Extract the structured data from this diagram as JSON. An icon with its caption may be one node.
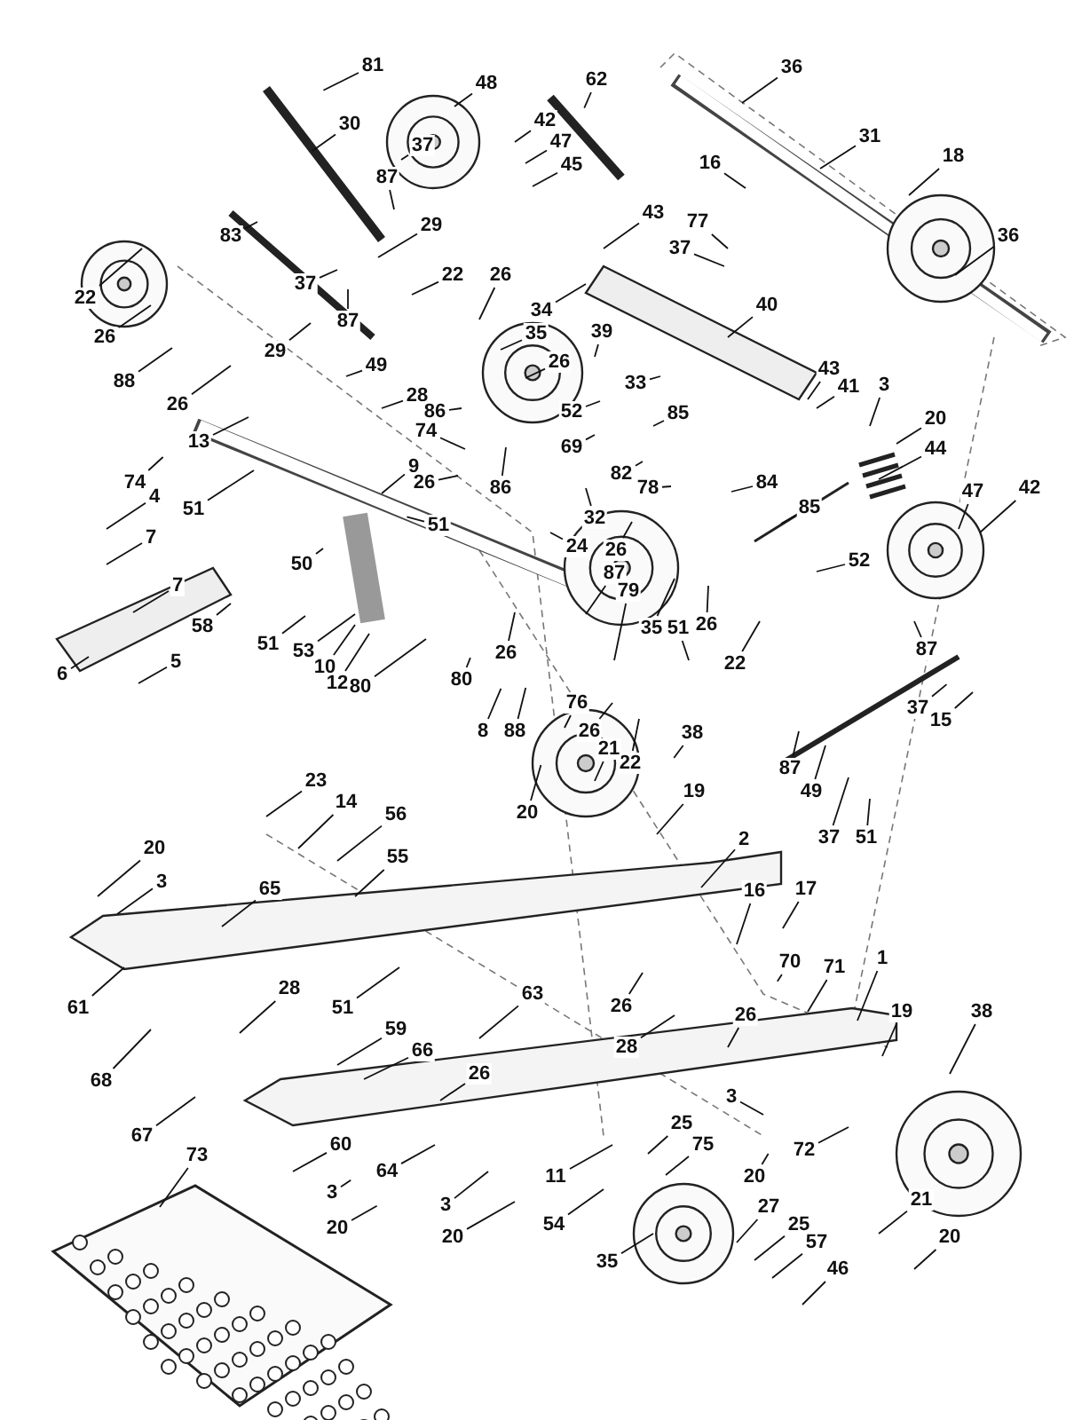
{
  "diagram": {
    "nodes": [
      {
        "text": [
          "81"
        ]
      },
      {
        "text": [
          "48"
        ]
      },
      {
        "text": [
          "62"
        ]
      },
      {
        "text": [
          "36"
        ]
      },
      {
        "text": [
          "30"
        ]
      },
      {
        "text": [
          "37"
        ]
      },
      {
        "text": [
          "42"
        ]
      },
      {
        "text": [
          "47"
        ]
      },
      {
        "text": [
          "87"
        ]
      },
      {
        "text": [
          "45"
        ]
      },
      {
        "text": [
          "31"
        ]
      },
      {
        "text": [
          "18"
        ]
      },
      {
        "text": [
          "16"
        ]
      },
      {
        "text": [
          "29"
        ]
      },
      {
        "text": [
          "83"
        ]
      },
      {
        "text": [
          "43"
        ]
      },
      {
        "text": [
          "77"
        ]
      },
      {
        "text": [
          "37"
        ]
      },
      {
        "text": [
          "36"
        ]
      },
      {
        "text": [
          "22"
        ]
      },
      {
        "text": [
          "37"
        ]
      },
      {
        "text": [
          "22"
        ]
      },
      {
        "text": [
          "26"
        ]
      },
      {
        "text": [
          "40"
        ]
      },
      {
        "text": [
          "87"
        ]
      },
      {
        "text": [
          "34"
        ]
      },
      {
        "text": [
          "35"
        ]
      },
      {
        "text": [
          "26"
        ]
      },
      {
        "text": [
          "29"
        ]
      },
      {
        "text": [
          "49"
        ]
      },
      {
        "text": [
          "39"
        ]
      },
      {
        "text": [
          "26"
        ]
      },
      {
        "text": [
          "88"
        ]
      },
      {
        "text": [
          "26"
        ]
      },
      {
        "text": [
          "28"
        ]
      },
      {
        "text": [
          "43"
        ]
      },
      {
        "text": [
          "41"
        ]
      },
      {
        "text": [
          "3"
        ]
      },
      {
        "text": [
          "33"
        ]
      },
      {
        "text": [
          "52"
        ]
      },
      {
        "text": [
          "85"
        ]
      },
      {
        "text": [
          "20"
        ]
      },
      {
        "text": [
          "86"
        ]
      },
      {
        "text": [
          "13"
        ]
      },
      {
        "text": [
          "74"
        ]
      },
      {
        "text": [
          "86"
        ]
      },
      {
        "text": [
          "69"
        ]
      },
      {
        "text": [
          "44"
        ]
      },
      {
        "text": [
          "74"
        ]
      },
      {
        "text": [
          "9"
        ]
      },
      {
        "text": [
          "26"
        ]
      },
      {
        "text": [
          "82"
        ]
      },
      {
        "text": [
          "78"
        ]
      },
      {
        "text": [
          "84"
        ]
      },
      {
        "text": [
          "4"
        ]
      },
      {
        "text": [
          "51"
        ]
      },
      {
        "text": [
          "51"
        ]
      },
      {
        "text": [
          "32"
        ]
      },
      {
        "text": [
          "24"
        ]
      },
      {
        "text": [
          "85"
        ]
      },
      {
        "text": [
          "47"
        ]
      },
      {
        "text": [
          "42"
        ]
      },
      {
        "text": [
          "7"
        ]
      },
      {
        "text": [
          "50"
        ]
      },
      {
        "text": [
          "26"
        ]
      },
      {
        "text": [
          "87"
        ]
      },
      {
        "text": [
          "52"
        ]
      },
      {
        "text": [
          "58"
        ]
      },
      {
        "text": [
          "7"
        ]
      },
      {
        "text": [
          "79"
        ]
      },
      {
        "text": [
          "35"
        ]
      },
      {
        "text": [
          "51"
        ]
      },
      {
        "text": [
          "26"
        ]
      },
      {
        "text": [
          "22"
        ]
      },
      {
        "text": [
          "51"
        ]
      },
      {
        "text": [
          "53"
        ]
      },
      {
        "text": [
          "10"
        ]
      },
      {
        "text": [
          "12"
        ]
      },
      {
        "text": [
          "80"
        ]
      },
      {
        "text": [
          "80"
        ]
      },
      {
        "text": [
          "26"
        ]
      },
      {
        "text": [
          "6"
        ]
      },
      {
        "text": [
          "5"
        ]
      },
      {
        "text": [
          "87"
        ]
      },
      {
        "text": [
          "37"
        ]
      },
      {
        "text": [
          "15"
        ]
      },
      {
        "text": [
          "8"
        ]
      },
      {
        "text": [
          "88"
        ]
      },
      {
        "text": [
          "76"
        ]
      },
      {
        "text": [
          "26"
        ]
      },
      {
        "text": [
          "22"
        ]
      },
      {
        "text": [
          "21"
        ]
      },
      {
        "text": [
          "38"
        ]
      },
      {
        "text": [
          "87"
        ]
      },
      {
        "text": [
          "49"
        ]
      },
      {
        "text": [
          "37"
        ]
      },
      {
        "text": [
          "51"
        ]
      },
      {
        "text": [
          "20"
        ]
      },
      {
        "text": [
          "19"
        ]
      },
      {
        "text": [
          "23"
        ]
      },
      {
        "text": [
          "14"
        ]
      },
      {
        "text": [
          "56"
        ]
      },
      {
        "text": [
          "55"
        ]
      },
      {
        "text": [
          "20"
        ]
      },
      {
        "text": [
          "3"
        ]
      },
      {
        "text": [
          "65"
        ]
      },
      {
        "text": [
          "2"
        ]
      },
      {
        "text": [
          "16"
        ]
      },
      {
        "text": [
          "17"
        ]
      },
      {
        "text": [
          "70"
        ]
      },
      {
        "text": [
          "71"
        ]
      },
      {
        "text": [
          "1"
        ]
      },
      {
        "text": [
          "61"
        ]
      },
      {
        "text": [
          "28"
        ]
      },
      {
        "text": [
          "51"
        ]
      },
      {
        "text": [
          "26"
        ]
      },
      {
        "text": [
          "63"
        ]
      },
      {
        "text": [
          "26"
        ]
      },
      {
        "text": [
          "19"
        ]
      },
      {
        "text": [
          "38"
        ]
      },
      {
        "text": [
          "28"
        ]
      },
      {
        "text": [
          "59"
        ]
      },
      {
        "text": [
          "66"
        ]
      },
      {
        "text": [
          "26"
        ]
      },
      {
        "text": [
          "68"
        ]
      },
      {
        "text": [
          "3"
        ]
      },
      {
        "text": [
          "25"
        ]
      },
      {
        "text": [
          "75"
        ]
      },
      {
        "text": [
          "20"
        ]
      },
      {
        "text": [
          "72"
        ]
      },
      {
        "text": [
          "67"
        ]
      },
      {
        "text": [
          "60"
        ]
      },
      {
        "text": [
          "3"
        ]
      },
      {
        "text": [
          "64"
        ]
      },
      {
        "text": [
          "3"
        ]
      },
      {
        "text": [
          "20"
        ]
      },
      {
        "text": [
          "20"
        ]
      },
      {
        "text": [
          "73"
        ]
      },
      {
        "text": [
          "11"
        ]
      },
      {
        "text": [
          "54"
        ]
      },
      {
        "text": [
          "27"
        ]
      },
      {
        "text": [
          "25"
        ]
      },
      {
        "text": [
          "21"
        ]
      },
      {
        "text": [
          "20"
        ]
      },
      {
        "text": [
          "35"
        ]
      },
      {
        "text": [
          "57"
        ]
      },
      {
        "text": [
          "46"
        ]
      }
    ],
    "edges": [
      {
        "from": 0,
        "to": null,
        "arrow": "none"
      },
      {
        "from": 1,
        "to": null,
        "arrow": "none"
      },
      {
        "from": 2,
        "to": null,
        "arrow": "none"
      },
      {
        "from": 3,
        "to": null,
        "arrow": "none"
      },
      {
        "from": 4,
        "to": null,
        "arrow": "none"
      },
      {
        "from": 5,
        "to": null,
        "arrow": "none"
      },
      {
        "from": 6,
        "to": null,
        "arrow": "none"
      },
      {
        "from": 7,
        "to": null,
        "arrow": "none"
      },
      {
        "from": 8,
        "to": null,
        "arrow": "none"
      },
      {
        "from": 9,
        "to": null,
        "arrow": "none"
      },
      {
        "from": 10,
        "to": null,
        "arrow": "none"
      },
      {
        "from": 11,
        "to": null,
        "arrow": "none"
      },
      {
        "from": 12,
        "to": null,
        "arrow": "none"
      },
      {
        "from": 13,
        "to": null,
        "arrow": "none"
      },
      {
        "from": 14,
        "to": null,
        "arrow": "none"
      },
      {
        "from": 15,
        "to": null,
        "arrow": "none"
      },
      {
        "from": 16,
        "to": null,
        "arrow": "none"
      },
      {
        "from": 17,
        "to": null,
        "arrow": "none"
      },
      {
        "from": 18,
        "to": null,
        "arrow": "none"
      },
      {
        "from": 19,
        "to": null,
        "arrow": "none"
      },
      {
        "from": 20,
        "to": null,
        "arrow": "none"
      },
      {
        "from": 21,
        "to": null,
        "arrow": "none"
      },
      {
        "from": 22,
        "to": null,
        "arrow": "none"
      },
      {
        "from": 23,
        "to": null,
        "arrow": "none"
      },
      {
        "from": 24,
        "to": null,
        "arrow": "none"
      },
      {
        "from": 25,
        "to": null,
        "arrow": "none"
      },
      {
        "from": 26,
        "to": null,
        "arrow": "none"
      },
      {
        "from": 27,
        "to": null,
        "arrow": "none"
      },
      {
        "from": 28,
        "to": null,
        "arrow": "none"
      },
      {
        "from": 29,
        "to": null,
        "arrow": "none"
      },
      {
        "from": 30,
        "to": null,
        "arrow": "none"
      },
      {
        "from": 31,
        "to": null,
        "arrow": "none"
      },
      {
        "from": 32,
        "to": null,
        "arrow": "none"
      },
      {
        "from": 33,
        "to": null,
        "arrow": "none"
      },
      {
        "from": 34,
        "to": null,
        "arrow": "none"
      },
      {
        "from": 35,
        "to": null,
        "arrow": "none"
      },
      {
        "from": 36,
        "to": null,
        "arrow": "none"
      },
      {
        "from": 37,
        "to": null,
        "arrow": "none"
      },
      {
        "from": 38,
        "to": null,
        "arrow": "none"
      },
      {
        "from": 39,
        "to": null,
        "arrow": "none"
      },
      {
        "from": 40,
        "to": null,
        "arrow": "none"
      },
      {
        "from": 41,
        "to": null,
        "arrow": "none"
      },
      {
        "from": 42,
        "to": null,
        "arrow": "none"
      },
      {
        "from": 43,
        "to": null,
        "arrow": "none"
      },
      {
        "from": 44,
        "to": null,
        "arrow": "none"
      },
      {
        "from": 45,
        "to": null,
        "arrow": "none"
      },
      {
        "from": 46,
        "to": null,
        "arrow": "none"
      },
      {
        "from": 47,
        "to": null,
        "arrow": "none"
      },
      {
        "from": 48,
        "to": null,
        "arrow": "none"
      },
      {
        "from": 49,
        "to": null,
        "arrow": "none"
      },
      {
        "from": 50,
        "to": null,
        "arrow": "none"
      },
      {
        "from": 51,
        "to": null,
        "arrow": "none"
      },
      {
        "from": 52,
        "to": null,
        "arrow": "none"
      },
      {
        "from": 53,
        "to": null,
        "arrow": "none"
      },
      {
        "from": 54,
        "to": null,
        "arrow": "none"
      },
      {
        "from": 55,
        "to": null,
        "arrow": "none"
      },
      {
        "from": 56,
        "to": null,
        "arrow": "none"
      },
      {
        "from": 57,
        "to": null,
        "arrow": "none"
      },
      {
        "from": 58,
        "to": null,
        "arrow": "none"
      },
      {
        "from": 59,
        "to": null,
        "arrow": "none"
      },
      {
        "from": 60,
        "to": null,
        "arrow": "none"
      },
      {
        "from": 61,
        "to": null,
        "arrow": "none"
      },
      {
        "from": 62,
        "to": null,
        "arrow": "none"
      },
      {
        "from": 63,
        "to": null,
        "arrow": "none"
      },
      {
        "from": 64,
        "to": null,
        "arrow": "none"
      },
      {
        "from": 65,
        "to": null,
        "arrow": "none"
      },
      {
        "from": 66,
        "to": null,
        "arrow": "none"
      },
      {
        "from": 67,
        "to": null,
        "arrow": "none"
      },
      {
        "from": 68,
        "to": null,
        "arrow": "none"
      },
      {
        "from": 69,
        "to": null,
        "arrow": "none"
      },
      {
        "from": 70,
        "to": null,
        "arrow": "none"
      },
      {
        "from": 71,
        "to": null,
        "arrow": "none"
      },
      {
        "from": 72,
        "to": null,
        "arrow": "none"
      },
      {
        "from": 73,
        "to": null,
        "arrow": "none"
      },
      {
        "from": 74,
        "to": null,
        "arrow": "none"
      },
      {
        "from": 75,
        "to": null,
        "arrow": "none"
      },
      {
        "from": 76,
        "to": null,
        "arrow": "none"
      },
      {
        "from": 77,
        "to": null,
        "arrow": "none"
      },
      {
        "from": 78,
        "to": null,
        "arrow": "none"
      },
      {
        "from": 79,
        "to": null,
        "arrow": "none"
      },
      {
        "from": 80,
        "to": null,
        "arrow": "none"
      },
      {
        "from": 81,
        "to": null,
        "arrow": "none"
      },
      {
        "from": 82,
        "to": null,
        "arrow": "none"
      },
      {
        "from": 83,
        "to": null,
        "arrow": "none"
      },
      {
        "from": 84,
        "to": null,
        "arrow": "none"
      },
      {
        "from": 85,
        "to": null,
        "arrow": "none"
      },
      {
        "from": 86,
        "to": null,
        "arrow": "none"
      },
      {
        "from": 87,
        "to": null,
        "arrow": "none"
      },
      {
        "from": 88,
        "to": null,
        "arrow": "none"
      },
      {
        "from": 89,
        "to": null,
        "arrow": "none"
      },
      {
        "from": 90,
        "to": null,
        "arrow": "none"
      },
      {
        "from": 91,
        "to": null,
        "arrow": "none"
      },
      {
        "from": 92,
        "to": null,
        "arrow": "none"
      },
      {
        "from": 93,
        "to": null,
        "arrow": "none"
      },
      {
        "from": 94,
        "to": null,
        "arrow": "none"
      },
      {
        "from": 95,
        "to": null,
        "arrow": "none"
      },
      {
        "from": 96,
        "to": null,
        "arrow": "none"
      },
      {
        "from": 97,
        "to": null,
        "arrow": "none"
      },
      {
        "from": 98,
        "to": null,
        "arrow": "none"
      },
      {
        "from": 99,
        "to": null,
        "arrow": "none"
      },
      {
        "from": 100,
        "to": null,
        "arrow": "none"
      },
      {
        "from": 101,
        "to": null,
        "arrow": "none"
      },
      {
        "from": 102,
        "to": null,
        "arrow": "none"
      },
      {
        "from": 103,
        "to": null,
        "arrow": "none"
      },
      {
        "from": 104,
        "to": null,
        "arrow": "none"
      },
      {
        "from": 105,
        "to": null,
        "arrow": "none"
      },
      {
        "from": 106,
        "to": null,
        "arrow": "none"
      },
      {
        "from": 107,
        "to": null,
        "arrow": "none"
      },
      {
        "from": 108,
        "to": null,
        "arrow": "none"
      },
      {
        "from": 109,
        "to": null,
        "arrow": "none"
      },
      {
        "from": 110,
        "to": null,
        "arrow": "none"
      },
      {
        "from": 111,
        "to": null,
        "arrow": "none"
      },
      {
        "from": 112,
        "to": null,
        "arrow": "none"
      },
      {
        "from": 113,
        "to": null,
        "arrow": "none"
      },
      {
        "from": 114,
        "to": null,
        "arrow": "none"
      },
      {
        "from": 115,
        "to": null,
        "arrow": "none"
      },
      {
        "from": 116,
        "to": null,
        "arrow": "none"
      },
      {
        "from": 117,
        "to": null,
        "arrow": "none"
      },
      {
        "from": 118,
        "to": null,
        "arrow": "none"
      },
      {
        "from": 119,
        "to": null,
        "arrow": "none"
      },
      {
        "from": 120,
        "to": null,
        "arrow": "none"
      },
      {
        "from": 121,
        "to": null,
        "arrow": "none"
      },
      {
        "from": 122,
        "to": null,
        "arrow": "none"
      },
      {
        "from": 123,
        "to": null,
        "arrow": "none"
      },
      {
        "from": 124,
        "to": null,
        "arrow": "none"
      },
      {
        "from": 125,
        "to": null,
        "arrow": "none"
      },
      {
        "from": 126,
        "to": null,
        "arrow": "none"
      },
      {
        "from": 127,
        "to": null,
        "arrow": "none"
      },
      {
        "from": 128,
        "to": null,
        "arrow": "none"
      },
      {
        "from": 129,
        "to": null,
        "arrow": "none"
      },
      {
        "from": 130,
        "to": null,
        "arrow": "none"
      },
      {
        "from": 131,
        "to": null,
        "arrow": "none"
      },
      {
        "from": 132,
        "to": null,
        "arrow": "none"
      },
      {
        "from": 133,
        "to": null,
        "arrow": "none"
      },
      {
        "from": 134,
        "to": null,
        "arrow": "none"
      },
      {
        "from": 135,
        "to": null,
        "arrow": "none"
      },
      {
        "from": 136,
        "to": null,
        "arrow": "none"
      },
      {
        "from": 137,
        "to": null,
        "arrow": "none"
      },
      {
        "from": 138,
        "to": null,
        "arrow": "none"
      },
      {
        "from": 139,
        "to": null,
        "arrow": "none"
      },
      {
        "from": 140,
        "to": null,
        "arrow": "none"
      },
      {
        "from": 141,
        "to": null,
        "arrow": "none"
      },
      {
        "from": 142,
        "to": null,
        "arrow": "none"
      },
      {
        "from": 143,
        "to": null,
        "arrow": "none"
      },
      {
        "from": 144,
        "to": null,
        "arrow": "none"
      },
      {
        "from": 145,
        "to": null,
        "arrow": "none"
      },
      {
        "from": 146,
        "to": null,
        "arrow": "none"
      }
    ]
  }
}
